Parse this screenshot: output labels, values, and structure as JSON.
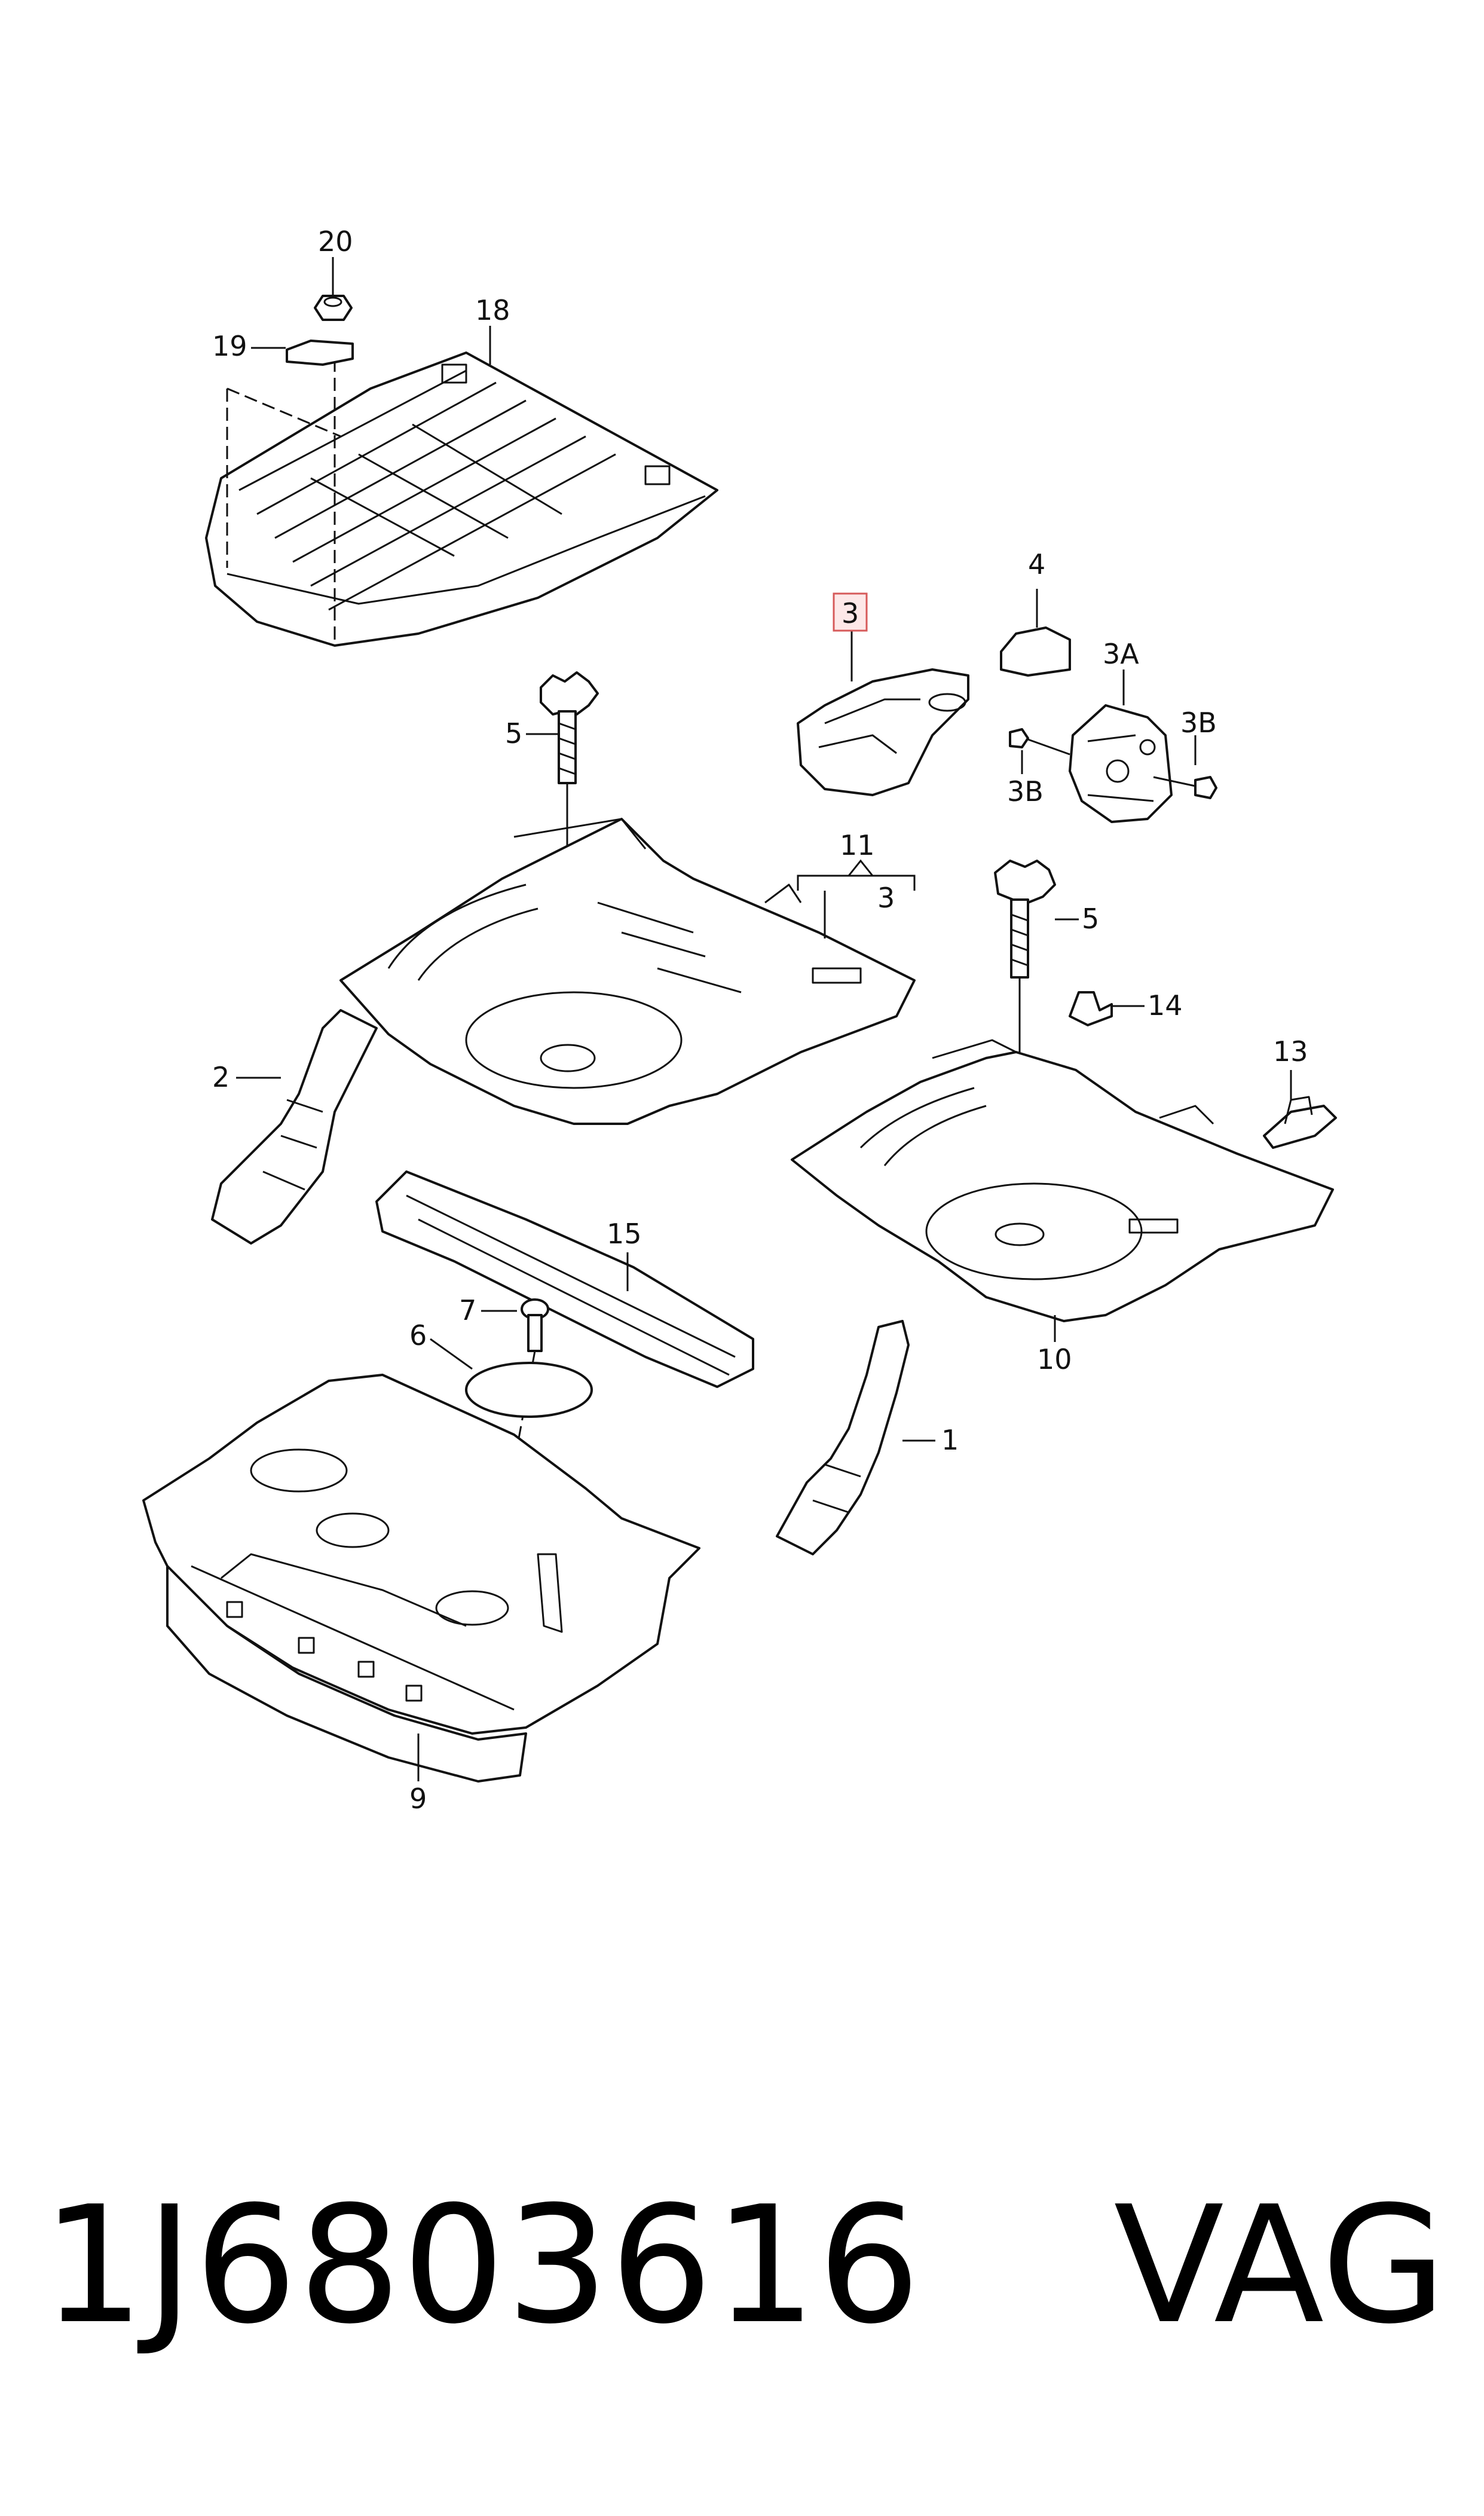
{
  "footer": {
    "part_number": "1J6803616",
    "brand": "VAG"
  },
  "callouts": {
    "c20": "20",
    "c19": "19",
    "c18": "18",
    "c5a": "5",
    "c3": "3",
    "c4": "4",
    "c3a": "3A",
    "c3b_left": "3B",
    "c3b_right": "3B",
    "c11": "11",
    "c11_sub": "3",
    "c5b": "5",
    "c14": "14",
    "c13": "13",
    "c2": "2",
    "c15": "15",
    "c7": "7",
    "c6": "6",
    "c10": "10",
    "c1": "1",
    "c9": "9"
  },
  "highlight": {
    "callout": "3",
    "color": "#d65a5a"
  }
}
